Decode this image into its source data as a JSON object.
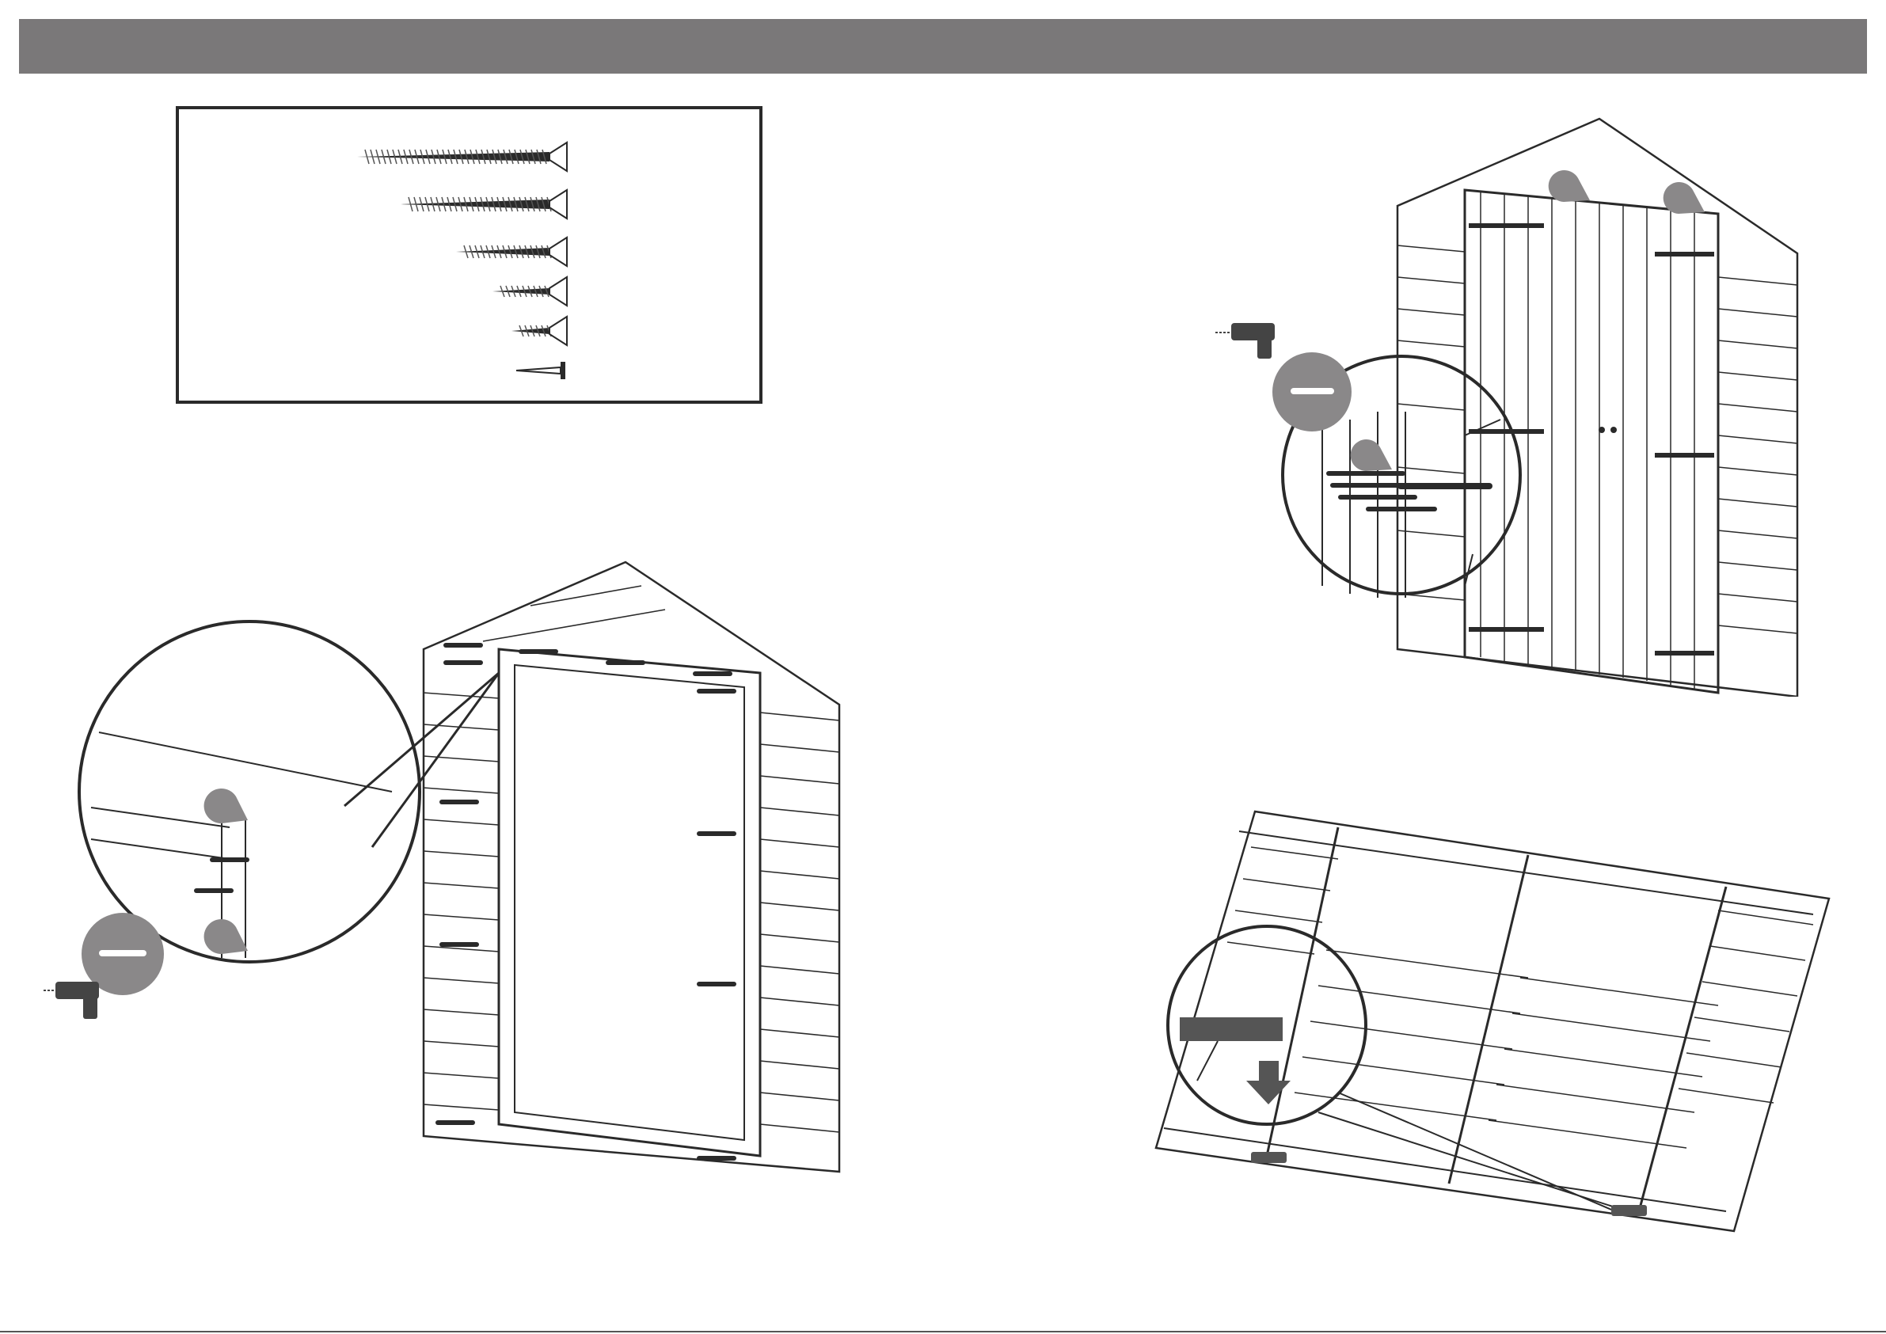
{
  "header": {
    "color": "#7a7879"
  },
  "hardware": {
    "items": [
      {
        "icon": "long-screw-icon",
        "length": 265
      },
      {
        "icon": "long-screw-icon",
        "length": 210
      },
      {
        "icon": "medium-screw-icon",
        "length": 140
      },
      {
        "icon": "short-screw-icon",
        "length": 94
      },
      {
        "icon": "short-screw-icon",
        "length": 70
      },
      {
        "icon": "nail-icon",
        "length": 64
      }
    ]
  },
  "figures": [
    {
      "name": "door-frame-assembly",
      "icons": [
        "drill-icon",
        "screw-callout-icon",
        "zoom-callout"
      ]
    },
    {
      "name": "door-hinge-assembly",
      "icons": [
        "drill-icon",
        "screw-callout-icon",
        "hinge-icon"
      ]
    },
    {
      "name": "floor-panel-assembly",
      "icons": [
        "block-icon",
        "nail-icon",
        "arrow-down-icon"
      ]
    }
  ],
  "colors": {
    "line": "#2a2a2a",
    "callout": "#8a8889",
    "block": "#555555"
  }
}
